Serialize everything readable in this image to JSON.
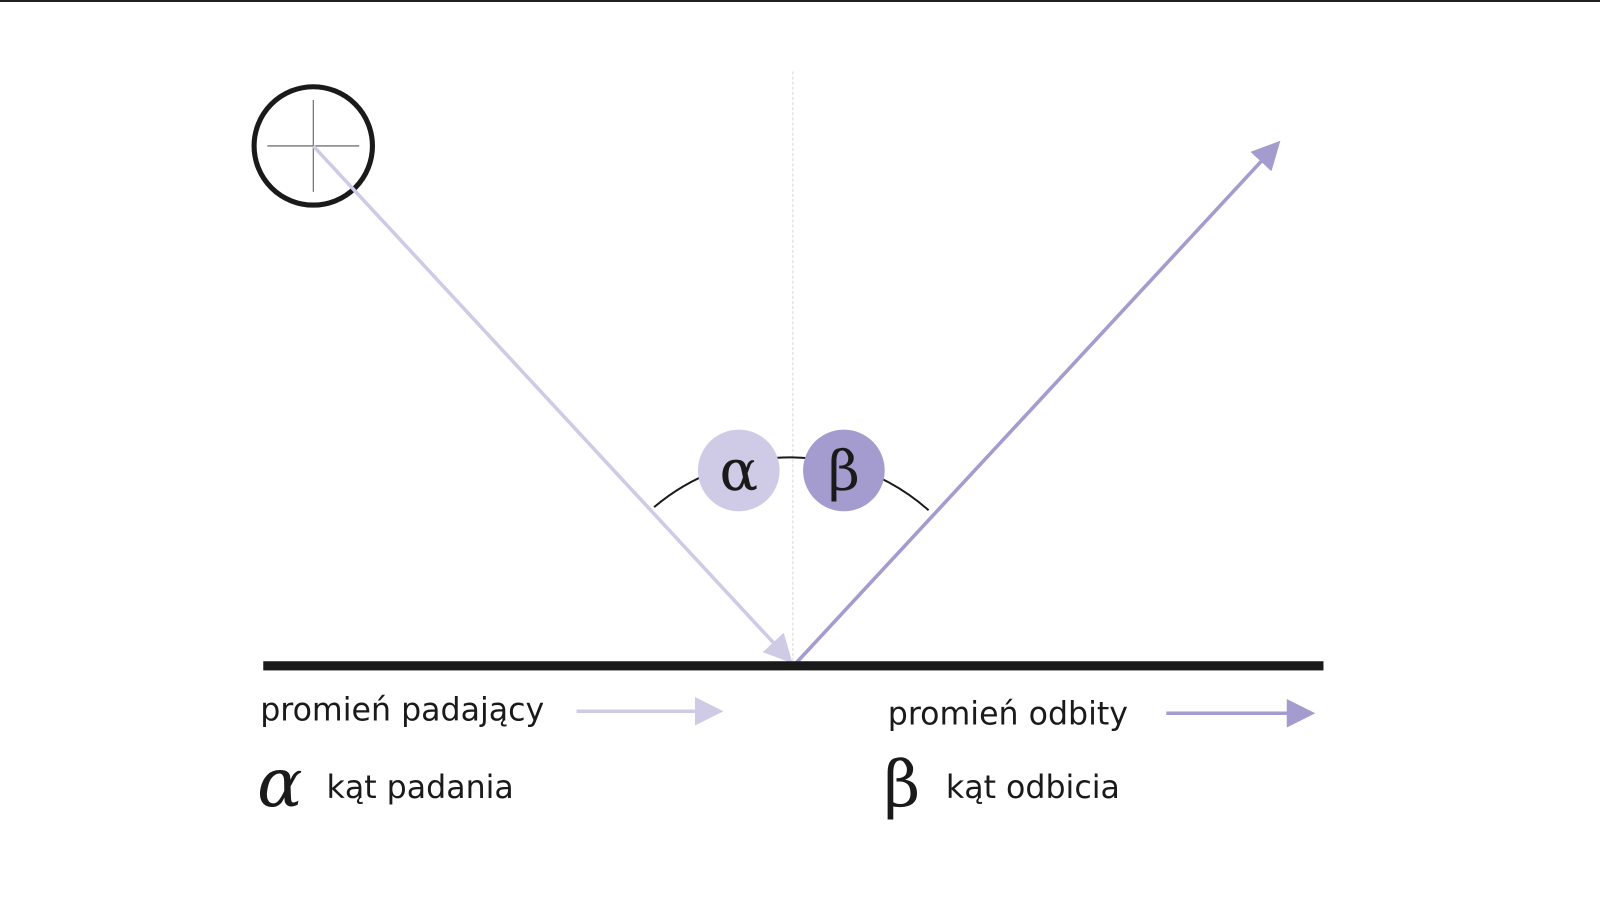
{
  "diagram": {
    "symbols": {
      "alpha": "α",
      "beta": "β"
    },
    "legend": {
      "incident_ray": "promień padający",
      "reflected_ray": "promień odbity",
      "angle_incidence": "kąt padania",
      "angle_reflection": "kąt odbicia"
    },
    "colors": {
      "incident": "#cfcbe6",
      "reflected": "#a49bcf",
      "mirror": "#1a1a1a",
      "normal": "#d8d8d8"
    }
  }
}
